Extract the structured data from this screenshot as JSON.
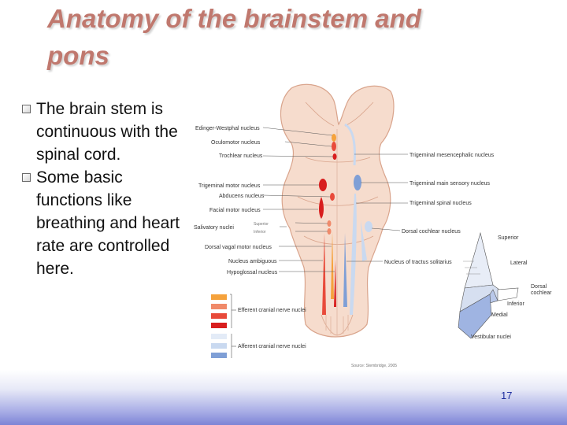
{
  "slide": {
    "title_line1": "Anatomy of the brainstem and",
    "title_line2": "pons",
    "bullets": [
      "The brain stem is continuous with the spinal cord.",
      "Some basic functions like breathing and heart rate are controlled here."
    ],
    "page_number": "17"
  },
  "figure": {
    "left_labels": {
      "edinger_westphal": "Edinger-Westphal nucleus",
      "oculomotor": "Oculomotor nucleus",
      "trochlear": "Trochlear nucleus",
      "trigeminal_motor": "Trigeminal motor nucleus",
      "abducens": "Abducens nucleus",
      "facial_motor": "Facial motor nucleus",
      "salivatory": "Salivatory nuclei",
      "superior": "Superior",
      "inferior": "Inferior",
      "dorsal_vagal": "Dorsal vagal motor nucleus",
      "ambiguous": "Nucleus ambiguous",
      "hypoglossal": "Hypoglossal nucleus"
    },
    "right_labels": {
      "trig_mesencephalic": "Trigeminal mesencephalic nucleus",
      "trig_main_sensory": "Trigeminal main sensory nucleus",
      "trig_spinal": "Trigeminal spinal nucleus",
      "dorsal_cochlear": "Dorsal cochlear nucleus",
      "tractus_solitarius": "Nucleus of tractus solitarius"
    },
    "vestibular_labels": {
      "superior": "Superior",
      "lateral": "Lateral",
      "dorsal_cochlear_1": "Dorsal",
      "dorsal_cochlear_2": "cochlear",
      "inferior": "Inferior",
      "medial": "Medial",
      "vestibular_nuclei": "Vestibular nuclei"
    },
    "legend": {
      "efferent": "Efferent cranial nerve nuclei",
      "afferent": "Afferent cranial nerve nuclei"
    },
    "source": "Source: Stembridge, 2005",
    "colors": {
      "tissue": "#f6dccd",
      "tissue_stroke": "#d9a48c",
      "efferent_dark": "#d81e1e",
      "efferent_light": "#f08a6a",
      "efferent_orange": "#f5a23c",
      "afferent_light": "#c9d9f0",
      "afferent_dark": "#7f9fd6"
    }
  }
}
